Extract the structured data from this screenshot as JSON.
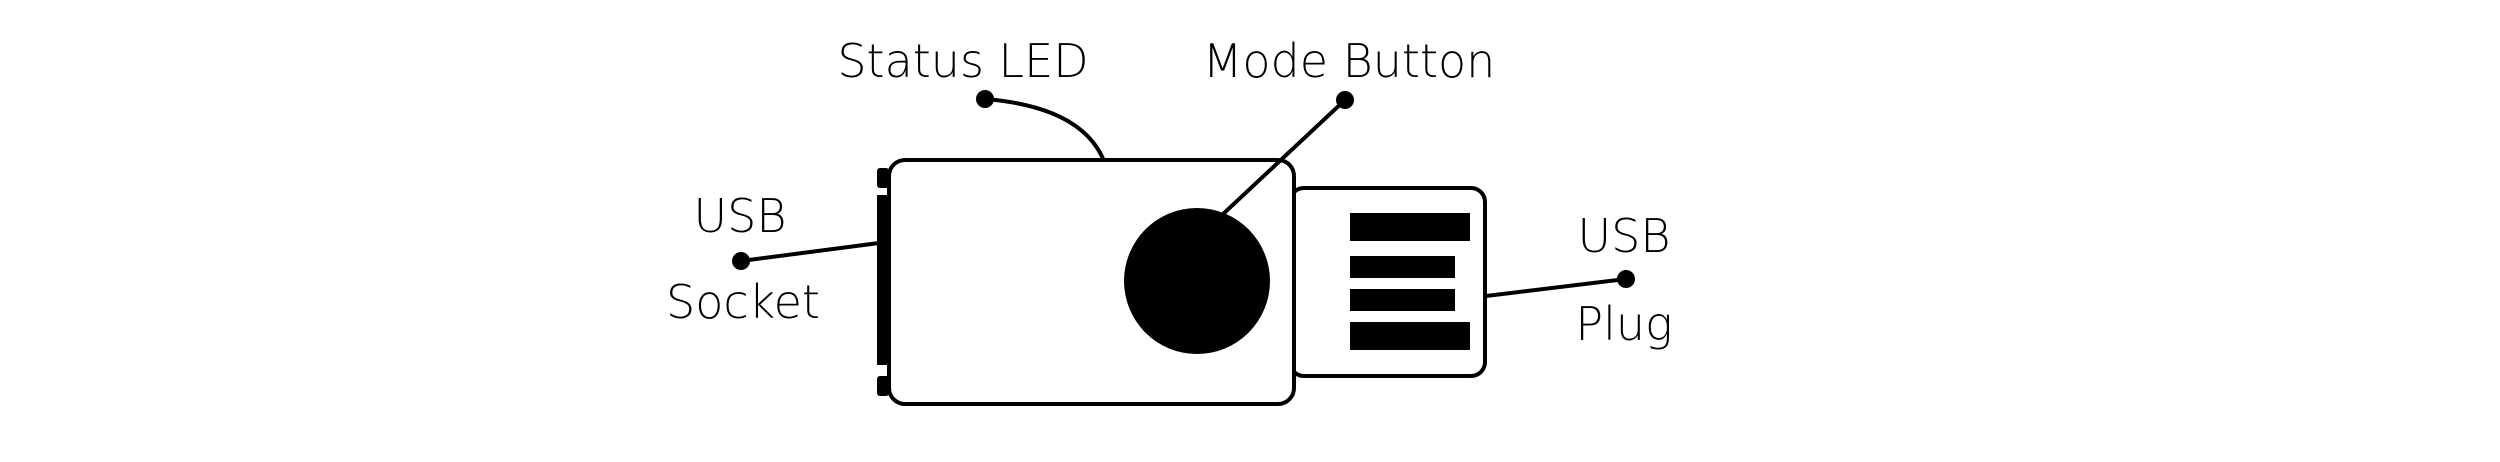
{
  "labels": {
    "status_led": "Status LED",
    "mode_button": "Mode Button",
    "usb_socket_line1": "USB",
    "usb_socket_line2": "Socket",
    "usb_plug_line1": "USB",
    "usb_plug_line2": "Plug"
  },
  "colors": {
    "ink": "#000000",
    "background": "#ffffff"
  }
}
